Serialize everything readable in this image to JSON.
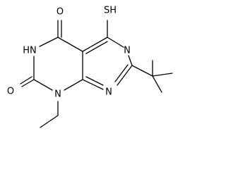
{
  "molecule": {
    "atoms": {
      "o_top": "O",
      "sh": "SH",
      "nh": "HN",
      "n_ring_right": "N",
      "o_bottom": "O",
      "n_ring_bottom": "N",
      "n_ethyl": "N"
    },
    "colors": {
      "ink": "#000000",
      "background": "#ffffff"
    }
  }
}
